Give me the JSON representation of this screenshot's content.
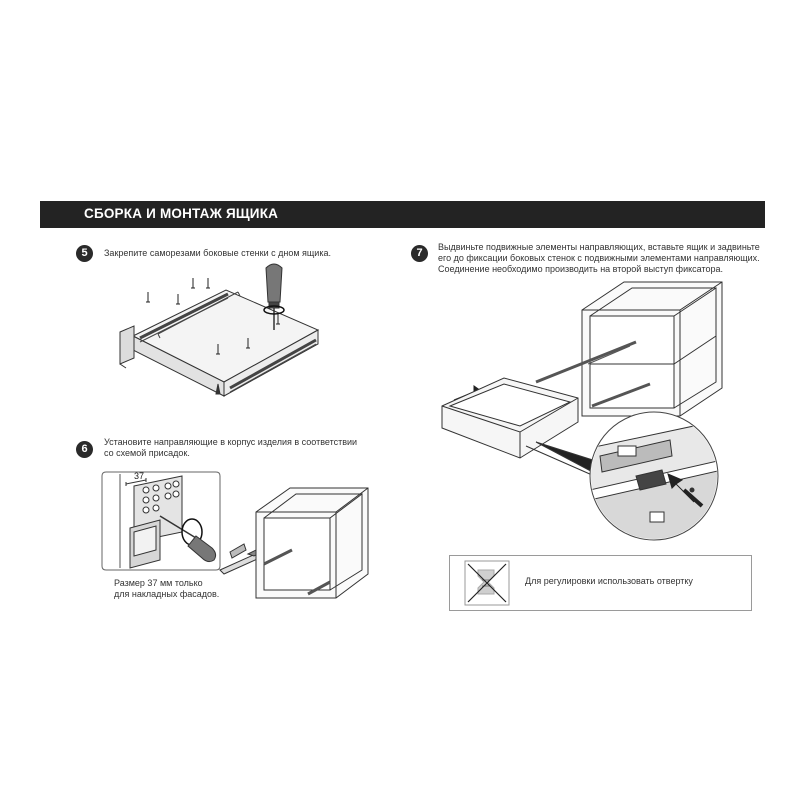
{
  "header": {
    "title": "СБОРКА И МОНТАЖ ЯЩИКА"
  },
  "steps": [
    {
      "number": "5",
      "text": "Закрепите саморезами боковые стенки с дном ящика."
    },
    {
      "number": "6",
      "text": "Установите направляющие в корпус изделия в соответствии\nсо схемой присадок."
    },
    {
      "number": "7",
      "text": "Выдвиньте подвижные элементы направляющих, вставьте ящик и задвиньте\nего до фиксации боковых стенок с подвижными элементами направляющих.\nСоединение необходимо производить на второй выступ фиксатора."
    }
  ],
  "step6_detail": {
    "dimension_label": "37",
    "caption": "Размер 37 мм только\nдля накладных фасадов."
  },
  "note": {
    "text": "Для регулировки использовать отвертку"
  },
  "colors": {
    "header_bg": "#232323",
    "badge_bg": "#2a2a2a",
    "line": "#333333",
    "shade": "#d9d9d9"
  }
}
